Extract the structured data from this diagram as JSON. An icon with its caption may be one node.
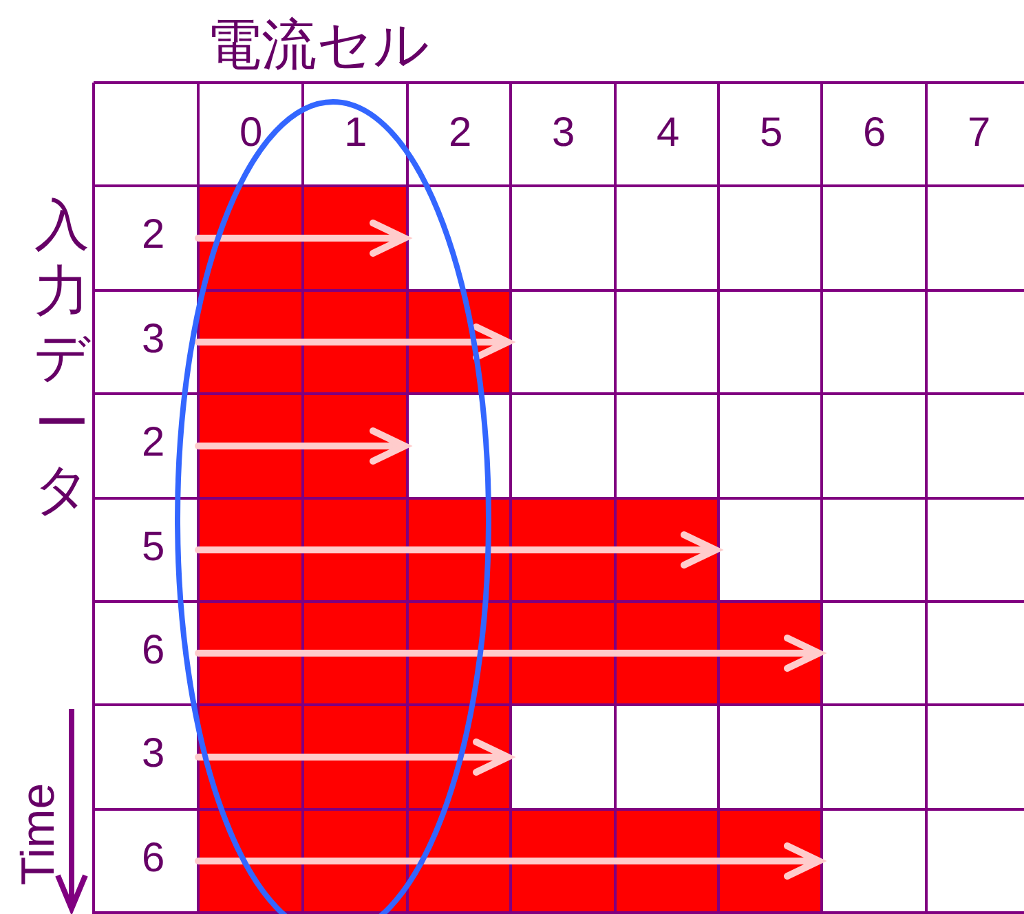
{
  "diagram": {
    "title": "電流セル",
    "labels": [
      "0",
      "1",
      "2",
      "3",
      "4",
      "5",
      "6",
      "7",
      "入力データ",
      "2",
      "3",
      "2",
      "5",
      "6",
      "3",
      "6",
      "Time"
    ]
  }
}
